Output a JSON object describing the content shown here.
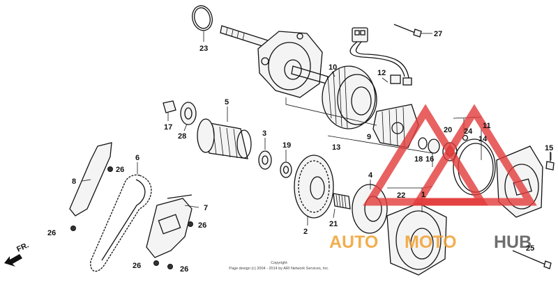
{
  "diagram": {
    "part_labels": [
      {
        "id": "p1",
        "text": "1"
      },
      {
        "id": "p2",
        "text": "2"
      },
      {
        "id": "p3",
        "text": "3"
      },
      {
        "id": "p4",
        "text": "4"
      },
      {
        "id": "p5",
        "text": "5"
      },
      {
        "id": "p6",
        "text": "6"
      },
      {
        "id": "p7",
        "text": "7"
      },
      {
        "id": "p8",
        "text": "8"
      },
      {
        "id": "p9",
        "text": "9"
      },
      {
        "id": "p10",
        "text": "10"
      },
      {
        "id": "p11",
        "text": "11"
      },
      {
        "id": "p12",
        "text": "12"
      },
      {
        "id": "p13",
        "text": "13"
      },
      {
        "id": "p14",
        "text": "14"
      },
      {
        "id": "p15",
        "text": "15"
      },
      {
        "id": "p16",
        "text": "16"
      },
      {
        "id": "p17",
        "text": "17"
      },
      {
        "id": "p18",
        "text": "18"
      },
      {
        "id": "p19",
        "text": "19"
      },
      {
        "id": "p20",
        "text": "20"
      },
      {
        "id": "p21",
        "text": "21"
      },
      {
        "id": "p22",
        "text": "22"
      },
      {
        "id": "p23",
        "text": "23"
      },
      {
        "id": "p24",
        "text": "24"
      },
      {
        "id": "p25",
        "text": "25"
      },
      {
        "id": "p26a",
        "text": "26"
      },
      {
        "id": "p26b",
        "text": "26"
      },
      {
        "id": "p26c",
        "text": "26"
      },
      {
        "id": "p26d",
        "text": "26"
      },
      {
        "id": "p26e",
        "text": "26"
      },
      {
        "id": "p27",
        "text": "27"
      },
      {
        "id": "p28",
        "text": "28"
      }
    ],
    "direction_label": "FR.",
    "copyright_line1": "Copyright",
    "copyright_line2": "Page design (c) 2004 - 2014 by ARI Network Services, Inc."
  },
  "watermark": {
    "part1": "AUTO",
    "part2": "MOTO",
    "part3": "HUB",
    "colors": {
      "red": "#e23b3b",
      "orange": "#f0a030",
      "gray": "#555555"
    }
  }
}
